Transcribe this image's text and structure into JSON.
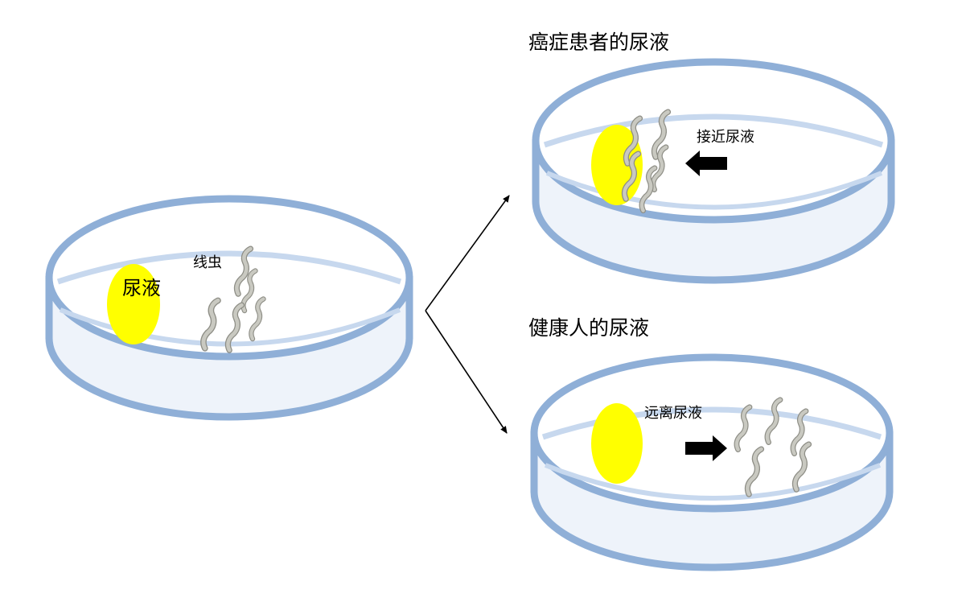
{
  "diagram": {
    "left_dish": {
      "urine_label": "尿液",
      "worm_label": "线虫"
    },
    "top_dish": {
      "title": "癌症患者的尿液",
      "behavior_label": "接近尿液"
    },
    "bottom_dish": {
      "title": "健康人的尿液",
      "behavior_label": "远离尿液"
    }
  },
  "colors": {
    "dish_rim": "#8FAFD7",
    "dish_inner": "#C7D8EE",
    "dish_fill": "#E9F0F9",
    "urine": "#FFFF00",
    "worm": "#B8B8B0",
    "arrow": "#000000"
  },
  "icons": [
    "petri-dish-icon",
    "urine-drop-icon",
    "nematode-icon",
    "block-arrow-icon"
  ]
}
